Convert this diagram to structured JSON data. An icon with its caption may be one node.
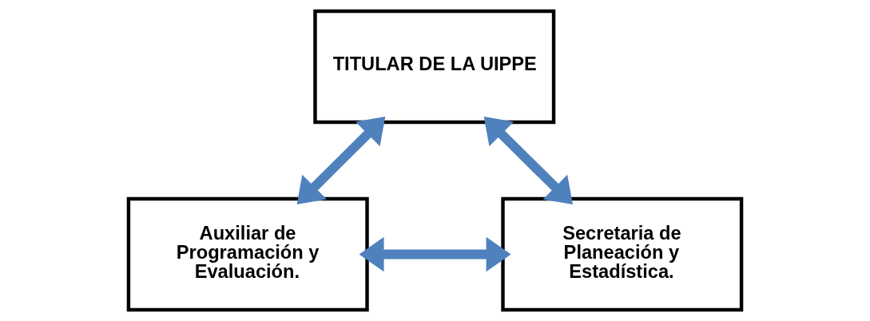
{
  "diagram": {
    "nodes": [
      {
        "text": [
          "TITULAR DE LA UIPPE"
        ]
      },
      {
        "text": [
          "Auxiliar de Programación y Evaluación."
        ]
      },
      {
        "text": [
          "Secretaria de Planeación y Estadística."
        ]
      }
    ],
    "edges": [
      {
        "from": 0,
        "to": 1,
        "arrow": "both"
      },
      {
        "from": 0,
        "to": 2,
        "arrow": "both"
      },
      {
        "from": 1,
        "to": 2,
        "arrow": "both"
      }
    ]
  }
}
